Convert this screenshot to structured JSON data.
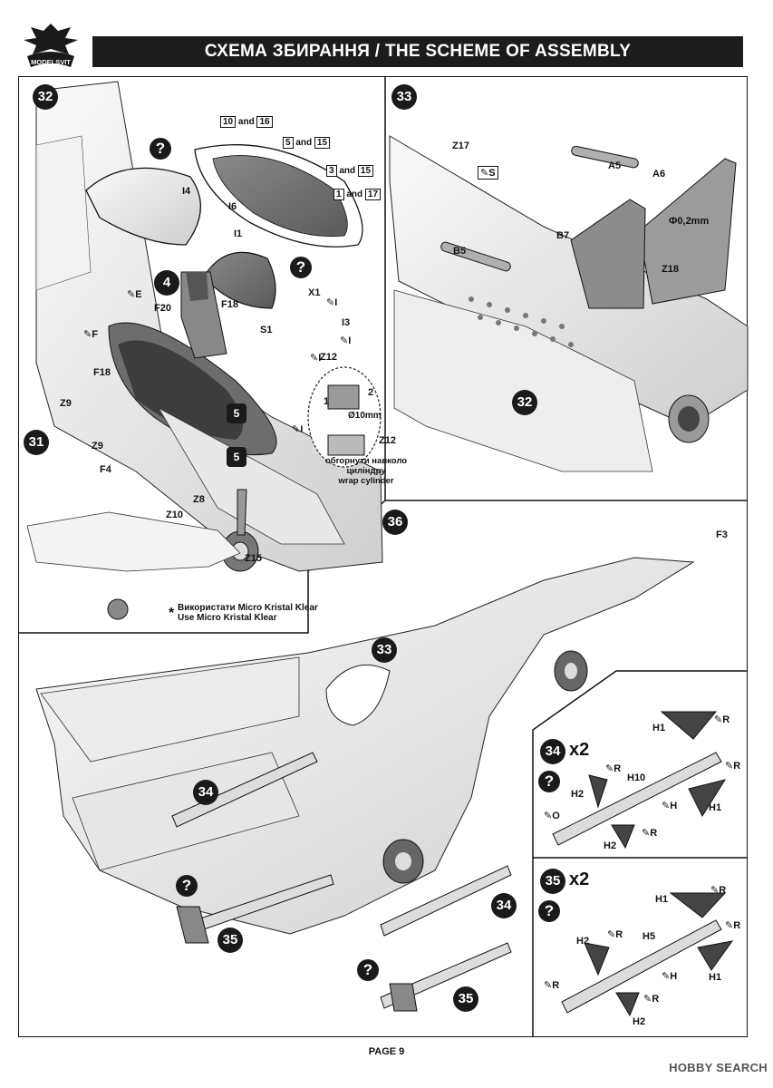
{
  "header": {
    "logo_text": "MODELSVIT",
    "title": "СХЕМА ЗБИРАННЯ / THE SCHEME OF ASSEMBLY"
  },
  "steps": {
    "s32": {
      "number": "32",
      "refs": [
        "4",
        "5",
        "5"
      ],
      "parts": [
        "I4",
        "I6",
        "I1",
        "X1",
        "I3",
        "S1",
        "Z12",
        "F18",
        "F20",
        "F18",
        "Z9",
        "Z9",
        "F4",
        "Z8",
        "Z10",
        "Z15"
      ],
      "glue_labels": [
        "E",
        "F",
        "I",
        "I",
        "I",
        "I"
      ],
      "canopy_paint": [
        {
          "a": "10",
          "b": "16"
        },
        {
          "a": "5",
          "b": "15"
        },
        {
          "a": "3",
          "b": "15"
        },
        {
          "a": "1",
          "b": "17"
        }
      ],
      "and_word": "and",
      "callout": {
        "number_1": "1",
        "number_2": "2",
        "diameter": "Ø10mm",
        "part": "Z12",
        "note_ua": "обгорнути навколо циліндру",
        "note_en": "wrap cylinder"
      },
      "ref_31": "31",
      "note_ua": "Використати Micro Kristal Klear",
      "note_en": "Use Micro Kristal Klear",
      "asterisk": "*"
    },
    "s33": {
      "number": "33",
      "parts": [
        "Z17",
        "A5",
        "A6",
        "B7",
        "B5",
        "Z18"
      ],
      "dimension": "Ф0,2mm",
      "ref_32": "32",
      "glue": "S"
    },
    "s36": {
      "number": "36",
      "parts": [
        "F3"
      ],
      "refs": [
        "33",
        "34",
        "34",
        "35",
        "35"
      ]
    },
    "s34": {
      "number": "34",
      "multiplier": "x2",
      "parts": [
        "H1",
        "H1",
        "H10",
        "H2",
        "H2",
        "H"
      ],
      "glue_labels": [
        "R",
        "R",
        "R",
        "R",
        "O"
      ]
    },
    "s35": {
      "number": "35",
      "multiplier": "x2",
      "parts": [
        "H1",
        "H1",
        "H5",
        "H2",
        "H2",
        "H"
      ],
      "glue_labels": [
        "R",
        "R",
        "R",
        "R",
        "R"
      ]
    }
  },
  "footer": {
    "page": "PAGE 9",
    "watermark": "HOBBY SEARCH"
  }
}
